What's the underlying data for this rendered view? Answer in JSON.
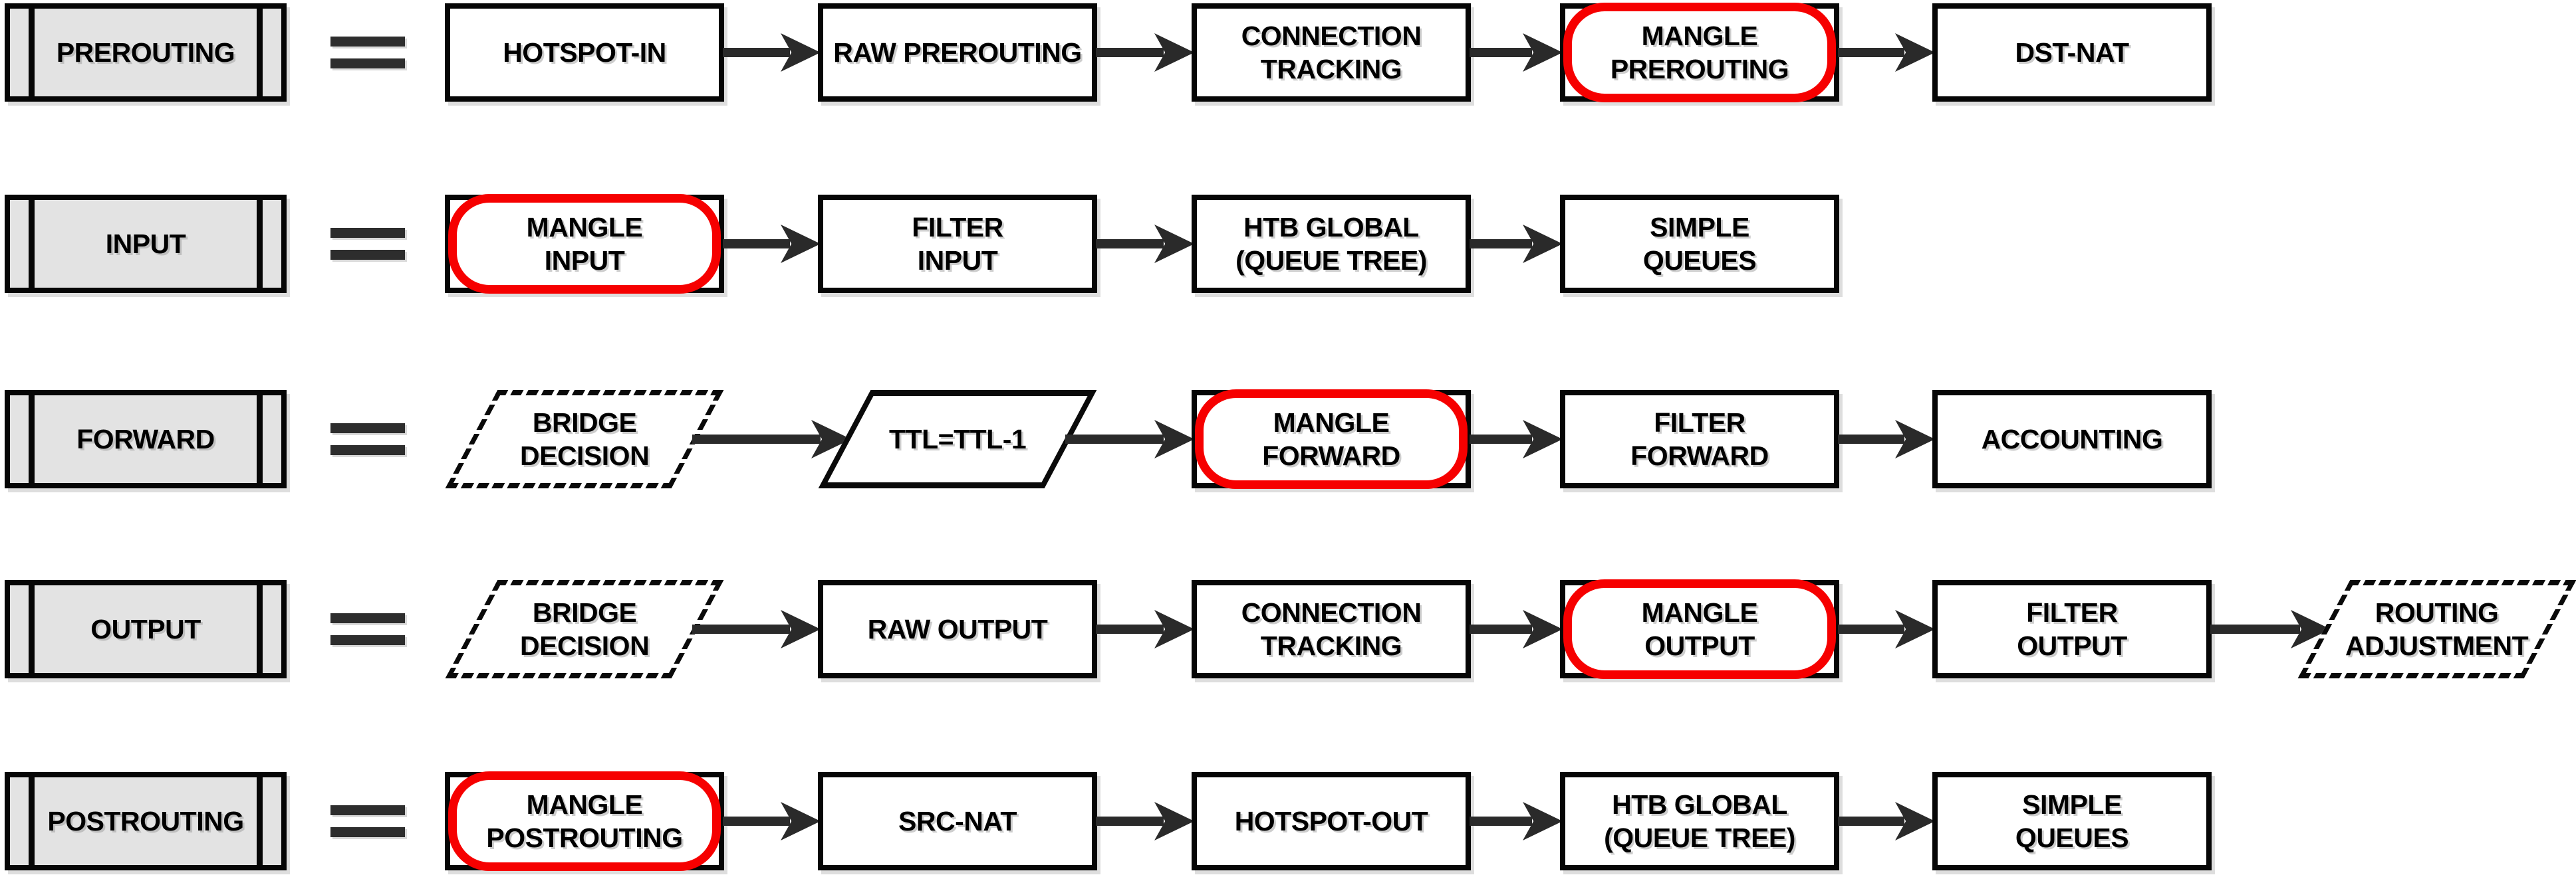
{
  "colors": {
    "highlight_red": "#f60000",
    "box_border": "#060606",
    "arrow": "#2a2a2a",
    "chain_fill": "#e3e3e3",
    "background": "#ffffff"
  },
  "icons": {
    "equals": "equals-icon",
    "arrow": "arrow-icon"
  },
  "rows": [
    {
      "chain": "PREROUTING",
      "nodes": [
        {
          "label": "HOTSPOT-IN",
          "type": "box"
        },
        {
          "label": "RAW PREROUTING",
          "type": "box"
        },
        {
          "label": "CONNECTION\nTRACKING",
          "type": "box"
        },
        {
          "label": "MANGLE\nPREROUTING",
          "type": "mangle"
        },
        {
          "label": "DST-NAT",
          "type": "box"
        }
      ]
    },
    {
      "chain": "INPUT",
      "nodes": [
        {
          "label": "MANGLE\nINPUT",
          "type": "mangle"
        },
        {
          "label": "FILTER\nINPUT",
          "type": "box"
        },
        {
          "label": "HTB GLOBAL\n(QUEUE TREE)",
          "type": "box"
        },
        {
          "label": "SIMPLE\nQUEUES",
          "type": "box"
        }
      ]
    },
    {
      "chain": "FORWARD",
      "nodes": [
        {
          "label": "BRIDGE\nDECISION",
          "type": "para-dotted"
        },
        {
          "label": "TTL=TTL-1",
          "type": "para"
        },
        {
          "label": "MANGLE\nFORWARD",
          "type": "mangle"
        },
        {
          "label": "FILTER\nFORWARD",
          "type": "box"
        },
        {
          "label": "ACCOUNTING",
          "type": "box"
        }
      ]
    },
    {
      "chain": "OUTPUT",
      "nodes": [
        {
          "label": "BRIDGE\nDECISION",
          "type": "para-dotted"
        },
        {
          "label": "RAW OUTPUT",
          "type": "box"
        },
        {
          "label": "CONNECTION\nTRACKING",
          "type": "box"
        },
        {
          "label": "MANGLE\nOUTPUT",
          "type": "mangle"
        },
        {
          "label": "FILTER\nOUTPUT",
          "type": "box"
        },
        {
          "label": "ROUTING\nADJUSTMENT",
          "type": "para-dotted"
        }
      ]
    },
    {
      "chain": "POSTROUTING",
      "nodes": [
        {
          "label": "MANGLE\nPOSTROUTING",
          "type": "mangle"
        },
        {
          "label": "SRC-NAT",
          "type": "box"
        },
        {
          "label": "HOTSPOT-OUT",
          "type": "box"
        },
        {
          "label": "HTB GLOBAL\n(QUEUE TREE)",
          "type": "box"
        },
        {
          "label": "SIMPLE\nQUEUES",
          "type": "box"
        }
      ]
    }
  ]
}
